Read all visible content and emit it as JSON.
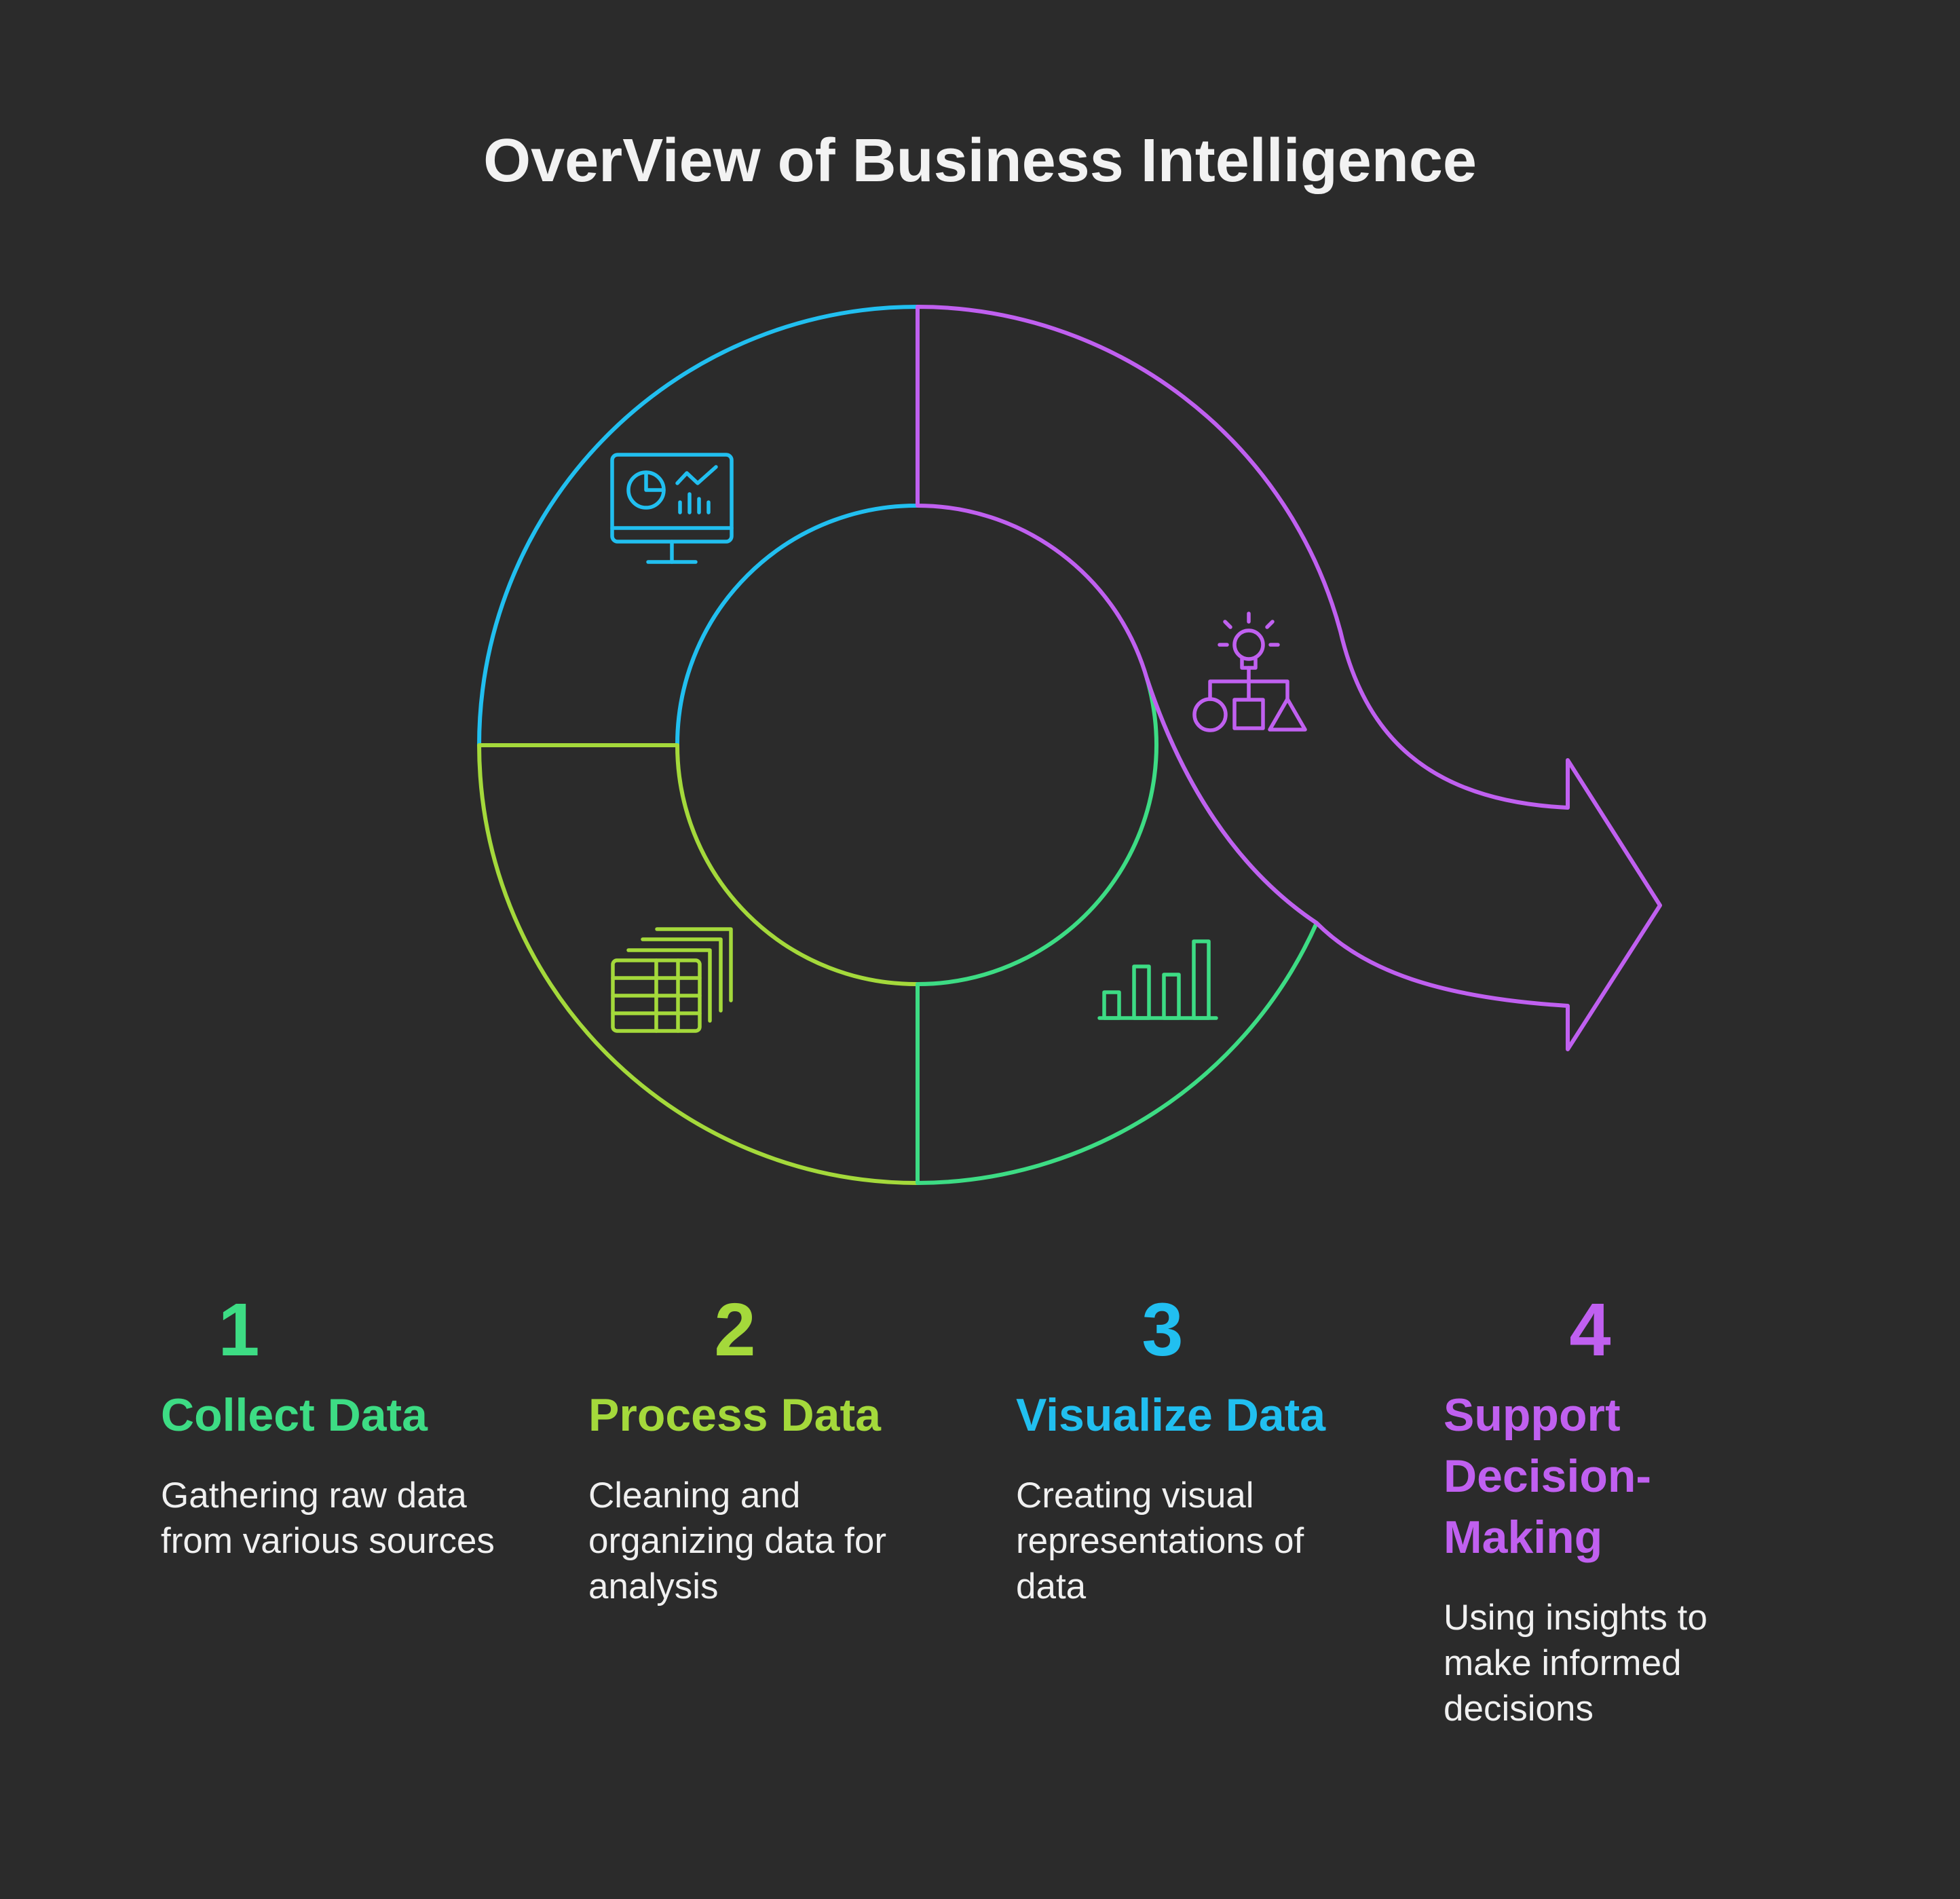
{
  "title": "OverView of Business Intelligence",
  "colors": {
    "background": "#2b2b2b",
    "collect": "#3ddc84",
    "process": "#a4d93b",
    "visualize": "#21bff0",
    "support": "#c060f0"
  },
  "icons": {
    "visualize": "monitor-dashboard-icon",
    "support": "decision-lightbulb-shapes-icon",
    "process": "spreadsheet-stack-icon",
    "collect": "bar-chart-icon"
  },
  "steps": [
    {
      "number": "1",
      "title": "Collect Data",
      "description": "Gathering raw data from various sources"
    },
    {
      "number": "2",
      "title": "Process Data",
      "description": "Cleaning and organizing data for analysis"
    },
    {
      "number": "3",
      "title": "Visualize Data",
      "description": "Creating visual representations of data"
    },
    {
      "number": "4",
      "title": "Support Decision-Making",
      "description": "Using insights to make informed decisions"
    }
  ]
}
